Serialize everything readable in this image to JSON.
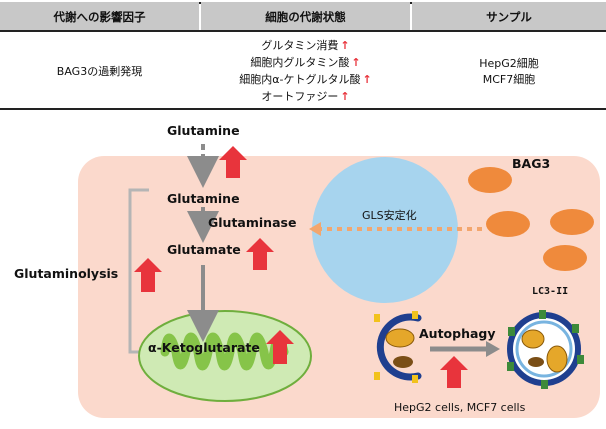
{
  "table": {
    "headers": [
      "代謝への影響因子",
      "細胞の代謝状態",
      "サンプル"
    ],
    "factor": "BAG3の過剰発現",
    "states": [
      {
        "text": "グルタミン消費",
        "arrow": "↑"
      },
      {
        "text": "細胞内グルタミン酸",
        "arrow": "↑"
      },
      {
        "text": "細胞内α-ケトグルタル酸",
        "arrow": "↑"
      },
      {
        "text": "オートファジー",
        "arrow": "↑"
      }
    ],
    "samples": [
      "HepG2細胞",
      "MCF7細胞"
    ]
  },
  "diagram": {
    "glutamine_top": "Glutamine",
    "glutamine": "Glutamine",
    "glutamate": "Glutamate",
    "akg": "α-Ketoglutarate",
    "glutaminolysis": "Glutaminolysis",
    "glutaminase": "Glutaminase",
    "gls_stabilization": "GLS安定化",
    "bag3": "BAG3",
    "autophagy": "Autophagy",
    "lc3": "LC3-II",
    "cells": "HepG2 cells, MCF7 cells"
  },
  "colors": {
    "cell_bg": "#fbd9cc",
    "nucleus": "#a7d4ee",
    "bag3": "#ef8a3c",
    "mito_fill": "#cfeab4",
    "mito_inner": "#86c449",
    "up_arrow": "#e8343c",
    "flow_arrow": "#8c8c8c",
    "gls_arrow": "#f3a66d"
  }
}
